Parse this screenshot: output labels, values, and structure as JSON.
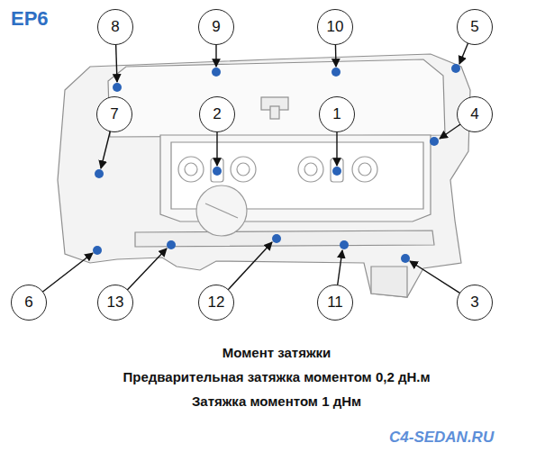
{
  "diagram": {
    "title": "EP6",
    "labels": [
      "8",
      "9",
      "10",
      "5",
      "7",
      "2",
      "1",
      "4",
      "6",
      "13",
      "12",
      "11",
      "3",
      "Момент затяжки",
      "Предварительная затяжка моментом 0,2 дН.м",
      "Затяжка моментом 1 дНм",
      "C4-SEDAN.RU"
    ]
  }
}
